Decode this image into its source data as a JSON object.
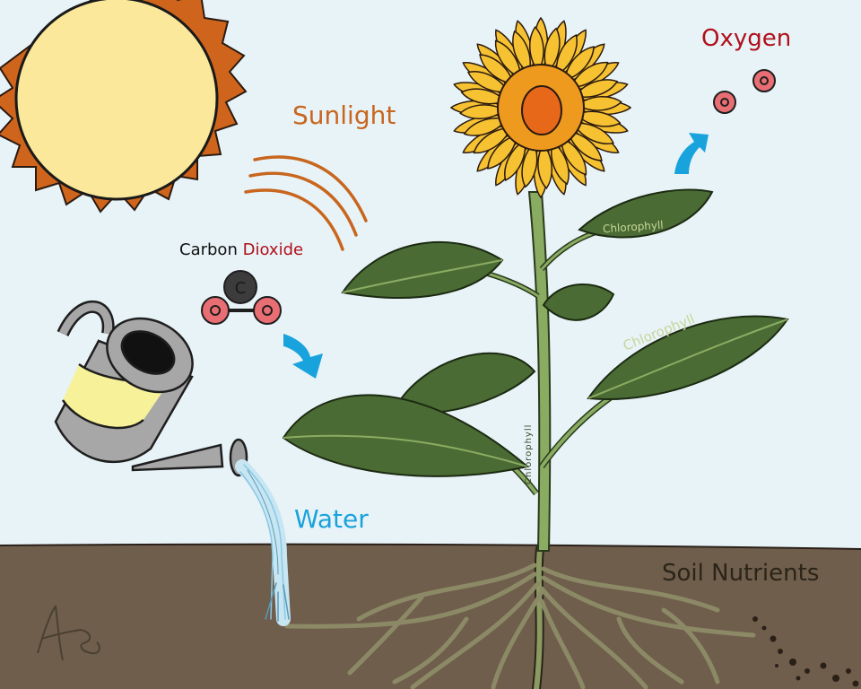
{
  "labels": {
    "sunlight": "Sunlight",
    "oxygen": "Oxygen",
    "water": "Water",
    "soil_nutrients": "Soil Nutrients",
    "carbon": "Carbon",
    "dioxide": "Dioxide",
    "carbon_atom": "C",
    "oxygen_atom": "O",
    "chlorophyll": "Chlorophyll"
  },
  "colors": {
    "sky": "#e8f3f8",
    "soil": "#6f5e4c",
    "sun_fill": "#fbe89a",
    "sun_rays": "#cf651c",
    "sunlight_text": "#c8661e",
    "oxygen_text": "#b0101a",
    "water_text": "#19a3dc",
    "soil_text": "#2b2418",
    "arrow": "#19a3dc",
    "leaf": "#4a6b34",
    "stem": "#8aac62",
    "petal": "#f6c232",
    "flower_center": "#ee9a1e",
    "oxygen_atom": "#e96e73"
  }
}
